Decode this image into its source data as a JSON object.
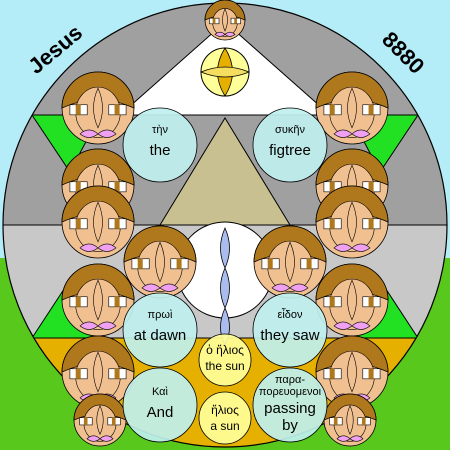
{
  "corner_left": "Jesus",
  "corner_right": "8880",
  "circles": [
    {
      "greek": "τὴν",
      "english": "the"
    },
    {
      "greek": "συκῆν",
      "english": "figtree"
    },
    {
      "greek": "πρωὶ",
      "english": "at dawn"
    },
    {
      "greek": "εἶδον",
      "english": "they saw"
    },
    {
      "greek": "ὁ ἥλιος",
      "english": "the sun"
    },
    {
      "greek": "Καὶ",
      "english": "And"
    },
    {
      "greek": "παρα-",
      "greek2": "πορευομενοι",
      "english": "passing",
      "english2": "by"
    },
    {
      "greek": "ἥλιος",
      "english": "a sun"
    }
  ],
  "colors": {
    "sky": "#b4ecf7",
    "grass": "#58c81c",
    "gray": "#a0a0a0",
    "light_gray": "#c8c8c8",
    "gold": "#e6b000",
    "face": "#f0c090",
    "hair": "#b0781c",
    "bubble": "#bff0ee",
    "olive": "#c8c090",
    "yellow": "#ffff99",
    "pink": "#f0a0f0",
    "green_tri": "#22e022",
    "blue_leaf": "#aabbee"
  }
}
